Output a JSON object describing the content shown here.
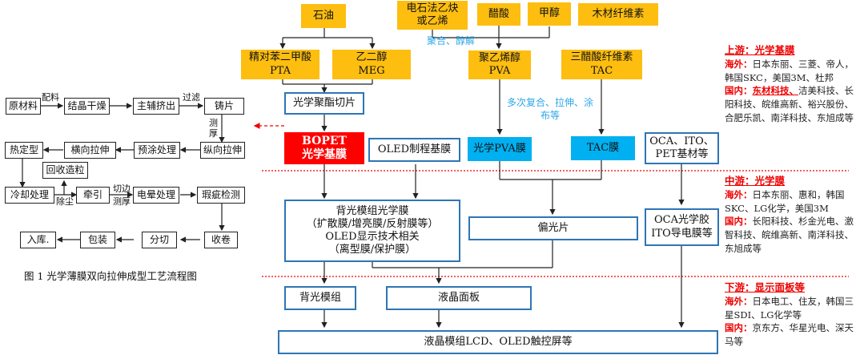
{
  "process_flow": {
    "caption": "图 1   光学薄膜双向拉伸成型工艺流程图",
    "steps": {
      "raw_material": "原材料",
      "crystal_dry": "结晶干燥",
      "extrude": "主辅挤出",
      "cast": "铸片",
      "longitudinal": "纵向拉伸",
      "precoat": "预涂处理",
      "transverse": "横向拉伸",
      "heat_set": "热定型",
      "recycle": "回收造粒",
      "cool": "冷却处理",
      "traction": "牵引",
      "corona": "电晕处理",
      "defect": "瑕疵检测",
      "wind": "收卷",
      "slit": "分切",
      "pack": "包装",
      "store": "入库."
    },
    "edge_labels": {
      "batching": "配料",
      "filter": "过滤",
      "thickness1a": "测",
      "thickness1b": "厚",
      "dedust": "除尘",
      "trim": "切边",
      "thickness2": "测厚"
    }
  },
  "industry_chain": {
    "raw": {
      "petroleum": "石油",
      "acetylene_l1": "电石法乙炔",
      "acetylene_l2": "或乙烯",
      "acetic_acid": "醋酸",
      "methanol": "甲醇",
      "wood_cellulose": "木材纤维素"
    },
    "intermediates": {
      "pta_l1": "精对苯二甲酸",
      "pta_l2": "PTA",
      "meg_l1": "乙二醇",
      "meg_l2": "MEG",
      "pva_l1": "聚乙烯醇",
      "pva_l2": "PVA",
      "tac_l1": "三醋酸纤维素",
      "tac_l2": "TAC",
      "polyester_chip": "光学聚酯切片"
    },
    "process_notes": {
      "polymerize": "聚合、醇解",
      "multi_l1": "多次复合、拉伸、涂",
      "multi_l2": "布等"
    },
    "base_films": {
      "bopet_l1": "BOPET",
      "bopet_l2": "光学基膜",
      "oled_base": "OLED制程基膜",
      "pva_film": "光学PVA膜",
      "tac_film": "TAC膜",
      "oca_l1": "OCA、ITO、",
      "oca_l2": "PET基材等"
    },
    "mid_films": {
      "backlight_l1": "背光模组光学膜",
      "backlight_l2": "（扩散膜/增亮膜/反射膜等）",
      "backlight_l3": "OLED显示技术相关",
      "backlight_l4": "（离型膜/保护膜）",
      "polarizer": "偏光片",
      "oca_glue_l1": "OCA光学胶",
      "oca_glue_l2": "ITO导电膜等"
    },
    "downstream": {
      "backlight_module": "背光模组",
      "lcd_panel": "液晶面板",
      "final": "液晶模组LCD、OLED触控屏等"
    }
  },
  "sidebar": {
    "upstream": {
      "title": "上游：光学基膜",
      "overseas_label": "海外：",
      "overseas": "日本东丽、三菱、帝人，韩国SKC，美国3M、杜邦",
      "domestic_label": "国内：",
      "domestic_key": "东材科技、",
      "domestic": "洁美科技、长阳科技、皖维高新、裕兴股份、合肥乐凯、南洋科技、东旭成等"
    },
    "midstream": {
      "title": "中游：光学膜",
      "overseas_label": "海外：",
      "overseas": "日本东丽、惠和，韩国SKC、LG化学，美国3M",
      "domestic_label": "国内：",
      "domestic": "长阳科技、杉金光电、激智科技、皖维高新、南洋科技、东旭成等"
    },
    "downstream": {
      "title": "下游：显示面板等",
      "overseas_label": "海外：",
      "overseas": "日本电工、住友，韩国三星SDI、LG化学等",
      "domestic_label": "国内：",
      "domestic": "京东方、华星光电、深天马等"
    }
  },
  "colors": {
    "raw_fill": "#fdbe10",
    "film_fill": "#00b0f0",
    "highlight": "#ff0000",
    "box_border": "#2e75b6",
    "note_text": "#2ea7e8"
  }
}
